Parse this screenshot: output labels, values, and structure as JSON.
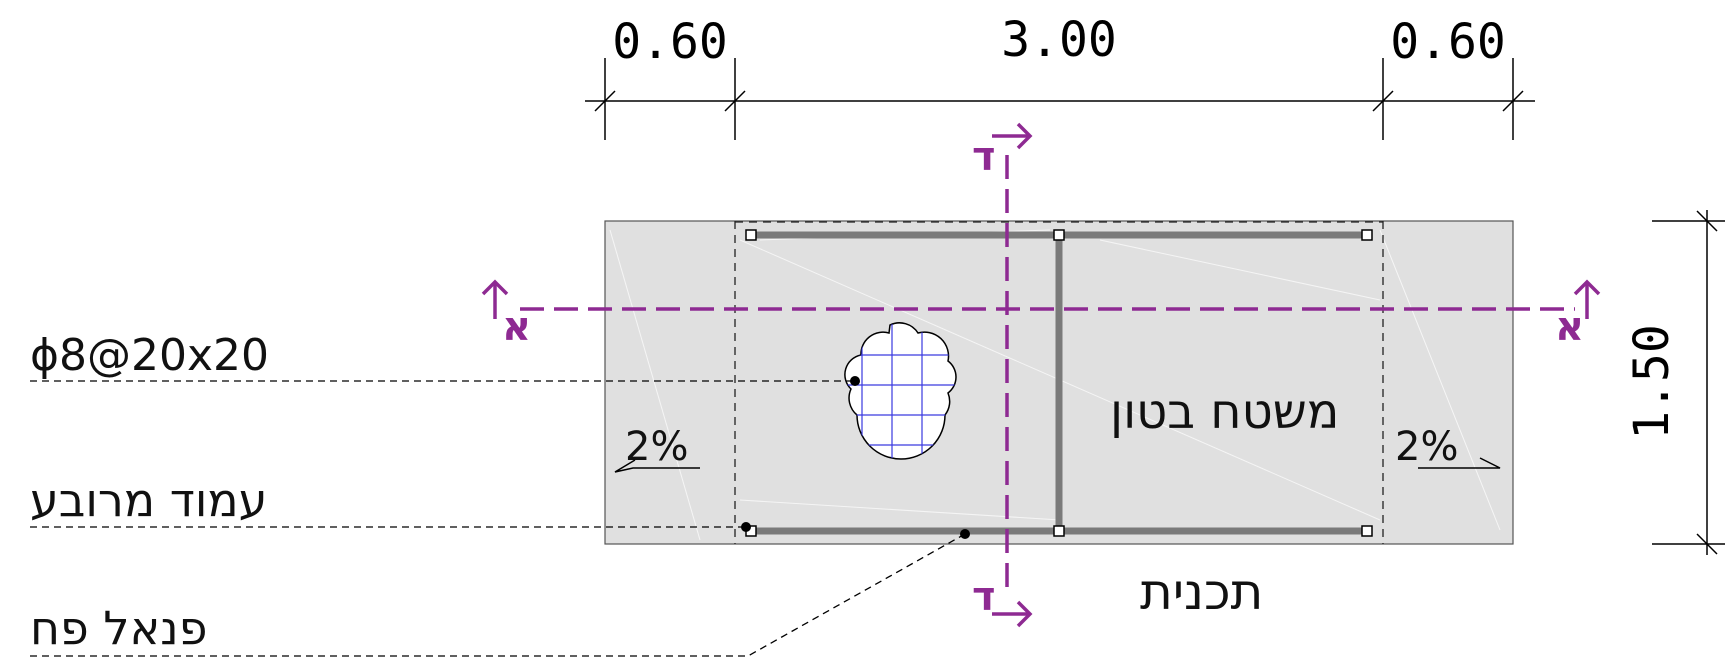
{
  "dimensions": {
    "top_left": "0.60",
    "top_middle": "3.00",
    "top_right": "0.60",
    "right_vertical": "1.50"
  },
  "labels": {
    "rebar": "ϕ8@20x20",
    "column": "עמוד מרובע",
    "panel": "פנאל פח",
    "concrete_area": "משטח בטון",
    "plan_title": "תכנית",
    "slope_left": "2%",
    "slope_right": "2%"
  },
  "section_marks": {
    "horizontal": "א",
    "vertical": "ד"
  },
  "colors": {
    "section_line": "#8e2a92",
    "slab_fill": "#e0e0e0",
    "beam": "#7a7a7a",
    "mesh_grid": "#3a3adf"
  }
}
